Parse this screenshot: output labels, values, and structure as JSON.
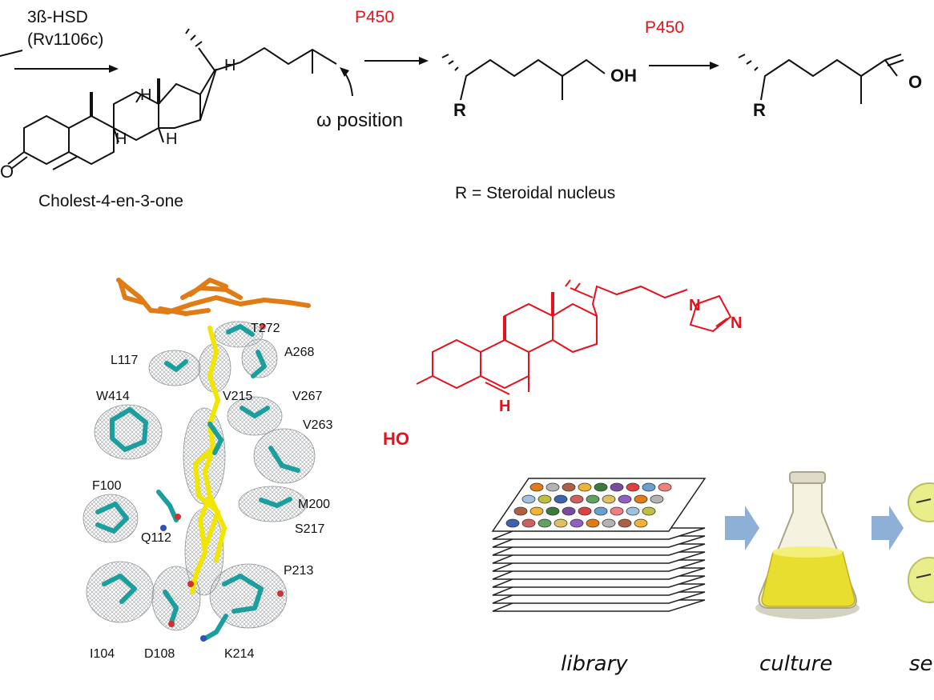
{
  "scheme": {
    "enzyme_line1": "3ß-HSD",
    "enzyme_line2": "(Rv1106c)",
    "step1_enzyme": "P450",
    "step2_enzyme": "P450",
    "substrate_name": "Cholest-4-en-3-one",
    "omega_label": "ω position",
    "r_definition": "R = Steroidal nucleus",
    "alcohol_group": "OH",
    "aldehyde_group": "O",
    "r_symbol": "R",
    "ketone_oxygen": "O",
    "h_symbol": "H"
  },
  "structure": {
    "heme_color": "#e07b16",
    "ligand_color": "#f2e600",
    "residue_color": "#1a9e9e",
    "residues": [
      {
        "label": "T272"
      },
      {
        "label": "A268"
      },
      {
        "label": "L117"
      },
      {
        "label": "W414"
      },
      {
        "label": "V215"
      },
      {
        "label": "V267"
      },
      {
        "label": "V263"
      },
      {
        "label": "F100"
      },
      {
        "label": "M200"
      },
      {
        "label": "Q112"
      },
      {
        "label": "S217"
      },
      {
        "label": "P213"
      },
      {
        "label": "I104"
      },
      {
        "label": "D108"
      },
      {
        "label": "K214"
      }
    ]
  },
  "inhibitor": {
    "color": "#e8101a",
    "hydroxyl": "HO",
    "hydrogen": "H",
    "nitrogen": "N"
  },
  "screening": {
    "steps": [
      "library",
      "culture",
      "se"
    ],
    "arrow_color": "#8eb0d6"
  }
}
